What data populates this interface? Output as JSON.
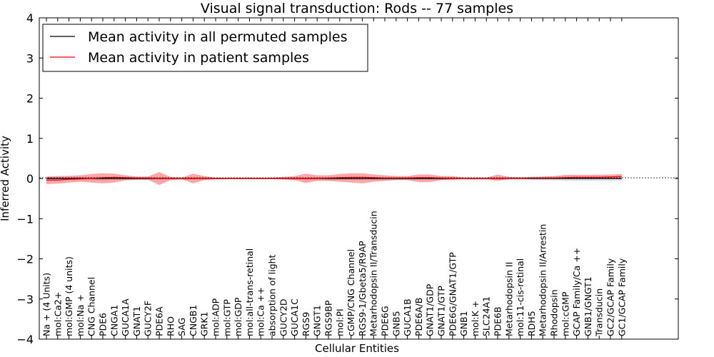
{
  "chart_data": {
    "type": "line",
    "title": "Visual signal transduction: Rods -- 77 samples",
    "xlabel": "Cellular Entities",
    "ylabel": "Inferred Activity",
    "ylim": [
      -4,
      4
    ],
    "yticks": [
      -4,
      -3,
      -2,
      -1,
      0,
      1,
      2,
      3,
      4
    ],
    "ytick_labels": [
      "−4",
      "−3",
      "−2",
      "−1",
      "0",
      "1",
      "2",
      "3",
      "4"
    ],
    "legend": {
      "placement": "top-left"
    },
    "categories": [
      "Na + (4 Units)",
      "mol:Ca2+",
      "mol:GMP (4 units)",
      "mol:Na +",
      "CNG Channel",
      "PDE6",
      "CNGA1",
      "GUCA1A",
      "GNAT1",
      "GUCY2F",
      "PDE6A",
      "RHO",
      "SAG",
      "CNGB1",
      "GRK1",
      "mol:ADP",
      "mol:GTP",
      "mol:GDP",
      "mol:all-trans-retinal",
      "mol:Ca ++",
      "absorption of light",
      "GUCY2D",
      "GUCA1C",
      "RGS9",
      "GNGT1",
      "RGS9BP",
      "mol:PI",
      "cGMP/CNG Channel",
      "RGS9-1/Gbeta5/R9AP",
      "Metarhodopsin II/Transducin",
      "PDE6G",
      "GNB5",
      "GUCA1B",
      "PDE6A/B",
      "GNAT1/GDP",
      "GNAT1/GTP",
      "PDE6G/GNAT1/GTP",
      "GNB1",
      "mol:K +",
      "SLC24A1",
      "PDE6B",
      "Metarhodopsin II",
      "mol:11-cis-retinal",
      "RDH5",
      "Metarhodopsin II/Arrestin",
      "Rhodopsin",
      "mol:cGMP",
      "GCAP Family/Ca ++",
      "GNB1/GNGT1",
      "Transducin",
      "GC2/GCAP Family",
      "GC1/GCAP Family"
    ],
    "series": [
      {
        "name": "Mean activity in all permuted samples",
        "color": "#000000",
        "values": [
          0,
          0,
          0,
          0,
          0,
          0,
          0,
          0,
          0,
          0,
          0,
          0,
          0,
          0,
          0,
          0,
          0,
          0,
          0,
          0,
          0,
          0,
          0,
          0,
          0,
          0,
          0,
          0,
          0,
          0,
          0,
          0,
          0,
          0,
          0,
          0,
          0,
          0,
          0,
          0,
          0,
          0,
          0,
          0,
          0,
          0,
          0,
          0,
          0,
          0,
          0,
          0
        ],
        "band_lower": [
          -0.04,
          -0.04,
          -0.04,
          -0.04,
          -0.04,
          -0.04,
          -0.03,
          -0.03,
          -0.03,
          -0.03,
          -0.03,
          -0.03,
          -0.03,
          -0.03,
          -0.03,
          -0.02,
          -0.02,
          -0.02,
          -0.02,
          -0.02,
          -0.02,
          -0.03,
          -0.03,
          -0.03,
          -0.03,
          -0.03,
          -0.03,
          -0.03,
          -0.03,
          -0.03,
          -0.03,
          -0.03,
          -0.03,
          -0.03,
          -0.03,
          -0.03,
          -0.03,
          -0.03,
          -0.03,
          -0.03,
          -0.03,
          -0.03,
          -0.03,
          -0.03,
          -0.04,
          -0.05,
          -0.06,
          -0.06,
          -0.06,
          -0.06,
          -0.06,
          -0.06
        ],
        "band_upper": [
          0.04,
          0.04,
          0.04,
          0.04,
          0.04,
          0.04,
          0.03,
          0.03,
          0.03,
          0.03,
          0.03,
          0.03,
          0.03,
          0.03,
          0.03,
          0.02,
          0.02,
          0.02,
          0.02,
          0.02,
          0.02,
          0.03,
          0.03,
          0.03,
          0.03,
          0.03,
          0.03,
          0.03,
          0.03,
          0.03,
          0.03,
          0.03,
          0.03,
          0.03,
          0.03,
          0.03,
          0.03,
          0.03,
          0.03,
          0.03,
          0.03,
          0.03,
          0.03,
          0.03,
          0.04,
          0.05,
          0.06,
          0.06,
          0.06,
          0.06,
          0.06,
          0.06
        ]
      },
      {
        "name": "Mean activity in patient samples",
        "color": "#ff0000",
        "values": [
          -0.04,
          -0.04,
          -0.02,
          -0.01,
          0.0,
          0.02,
          0.03,
          0.02,
          0.01,
          0.01,
          0.0,
          0.0,
          0.0,
          0.0,
          0.0,
          0.0,
          0.0,
          0.0,
          0.0,
          0.0,
          0.0,
          0.0,
          0.0,
          0.0,
          0.0,
          0.01,
          0.02,
          0.03,
          0.03,
          0.02,
          0.01,
          0.01,
          0.01,
          0.02,
          0.02,
          0.01,
          0.0,
          0.0,
          0.0,
          0.0,
          0.0,
          0.0,
          0.0,
          0.01,
          0.01,
          0.01,
          0.02,
          0.03,
          0.03,
          0.03,
          0.04,
          0.05
        ],
        "band_lower": [
          -0.14,
          -0.13,
          -0.1,
          -0.08,
          -0.1,
          -0.12,
          -0.1,
          -0.05,
          -0.03,
          -0.03,
          -0.16,
          -0.04,
          -0.02,
          -0.12,
          -0.04,
          -0.02,
          -0.01,
          -0.01,
          -0.01,
          -0.01,
          -0.01,
          -0.02,
          -0.04,
          -0.11,
          -0.06,
          -0.06,
          -0.08,
          -0.1,
          -0.12,
          -0.08,
          -0.06,
          -0.04,
          -0.04,
          -0.09,
          -0.09,
          -0.04,
          -0.03,
          -0.01,
          -0.02,
          -0.01,
          -0.06,
          -0.01,
          -0.01,
          -0.01,
          -0.01,
          -0.01,
          -0.01,
          -0.01,
          -0.01,
          -0.01,
          0.0,
          0.0
        ],
        "band_upper": [
          0.05,
          0.06,
          0.07,
          0.08,
          0.11,
          0.13,
          0.12,
          0.08,
          0.05,
          0.05,
          0.16,
          0.04,
          0.02,
          0.12,
          0.06,
          0.02,
          0.02,
          0.02,
          0.02,
          0.02,
          0.02,
          0.04,
          0.06,
          0.12,
          0.08,
          0.08,
          0.11,
          0.13,
          0.13,
          0.1,
          0.08,
          0.06,
          0.06,
          0.1,
          0.1,
          0.06,
          0.06,
          0.02,
          0.02,
          0.02,
          0.1,
          0.04,
          0.03,
          0.04,
          0.05,
          0.06,
          0.09,
          0.09,
          0.09,
          0.09,
          0.1,
          0.11
        ]
      }
    ]
  }
}
